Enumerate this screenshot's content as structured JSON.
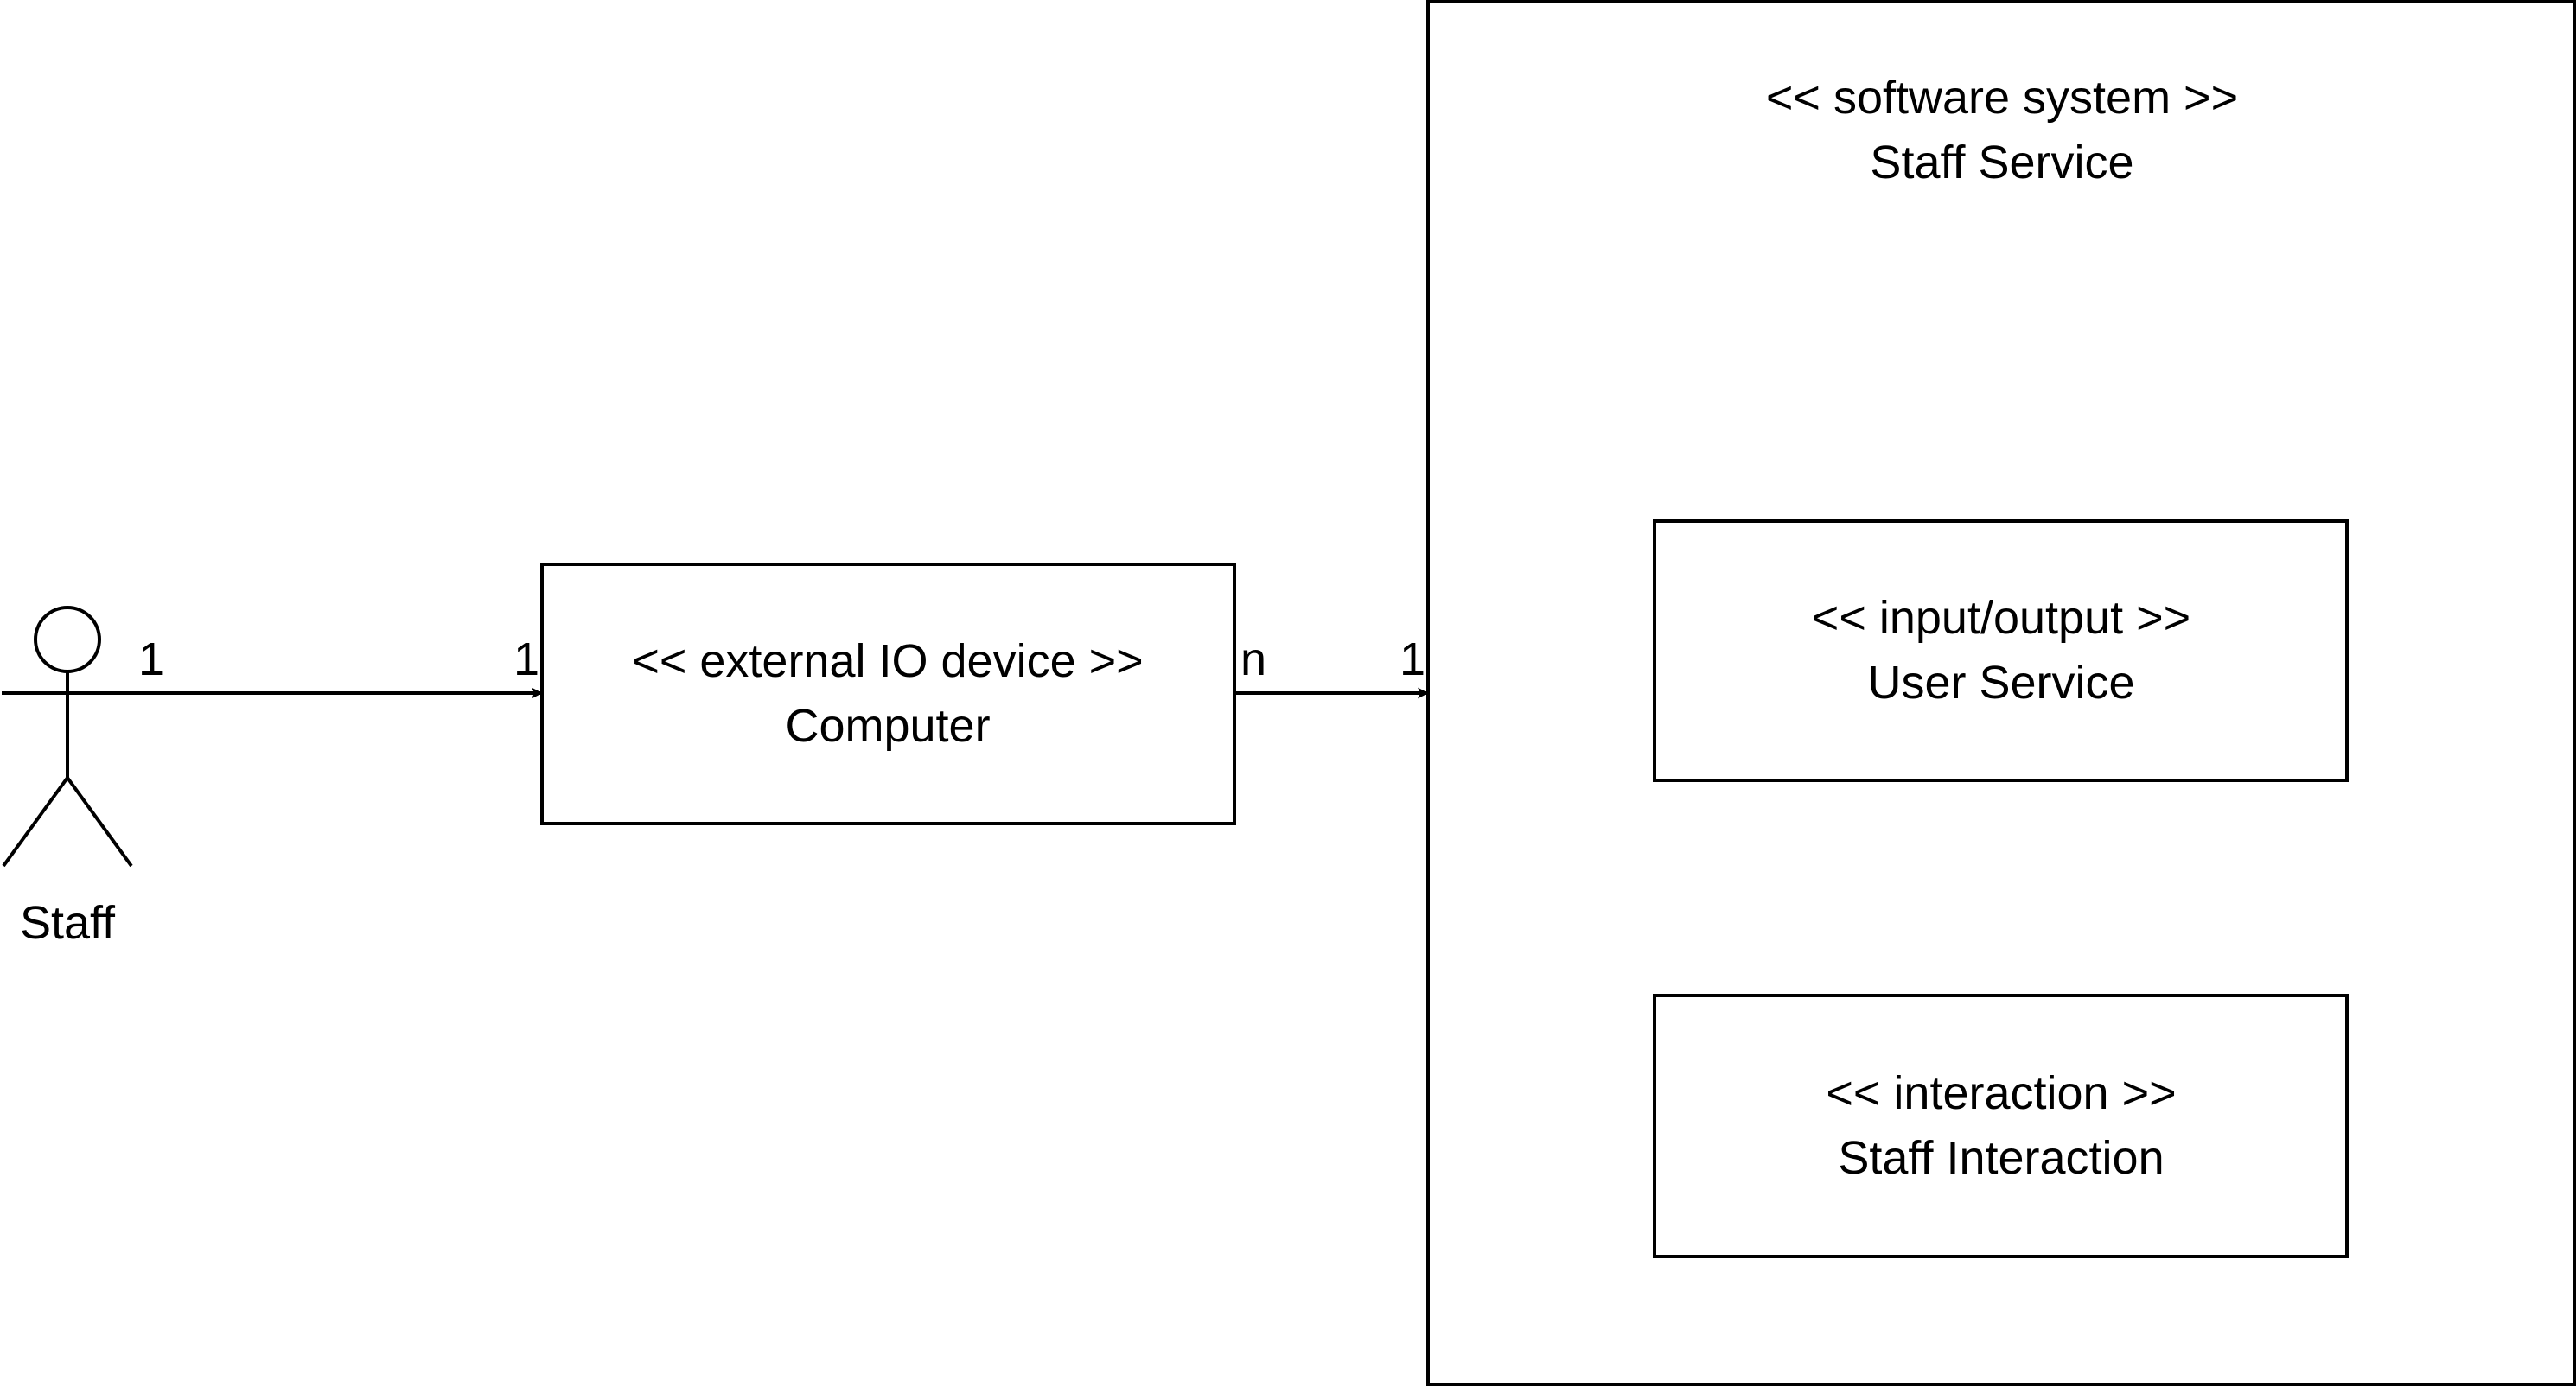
{
  "actor": {
    "name": "Staff"
  },
  "computer": {
    "stereotype": "<< external IO device >>",
    "name": "Computer"
  },
  "system": {
    "stereotype": "<< software system >>",
    "name": "Staff Service"
  },
  "user_service": {
    "stereotype": "<< input/output >>",
    "name": "User Service"
  },
  "staff_interaction": {
    "stereotype": "<< interaction >>",
    "name": "Staff Interaction"
  },
  "multiplicities": {
    "staff_to_computer_source": "1",
    "staff_to_computer_target": "1",
    "computer_to_system_source": "n",
    "computer_to_system_target": "1"
  },
  "colors": {
    "stroke": "#000000",
    "background": "#ffffff"
  }
}
